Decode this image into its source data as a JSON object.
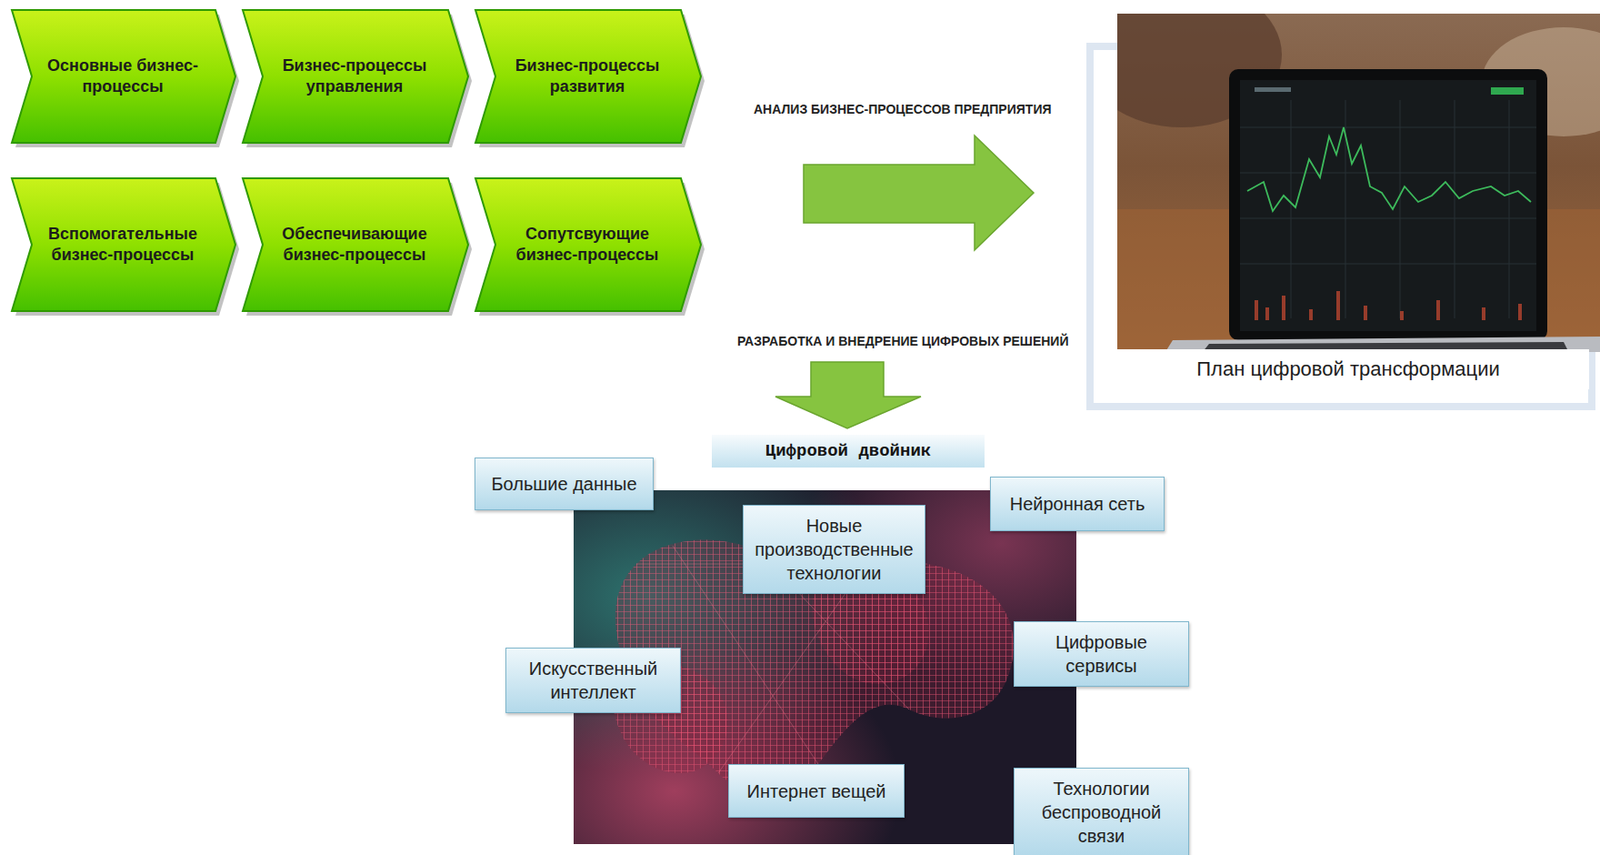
{
  "diagram": {
    "nodes": [
      {
        "text": [
          "Основные бизнес-процессы"
        ]
      },
      {
        "text": [
          "Бизнес-процессы управления"
        ]
      },
      {
        "text": [
          "Бизнес-процессы развития"
        ]
      },
      {
        "text": [
          "Вспомогательные бизнес-процессы"
        ]
      },
      {
        "text": [
          "Обеспечивающие бизнес-процессы"
        ]
      },
      {
        "text": [
          "Сопутсвующие бизнес-процессы"
        ]
      },
      {
        "text": [
          "План цифровой трансформации"
        ]
      },
      {
        "text": [
          "Цифровой двойник"
        ]
      },
      {
        "text": [
          "Большие данные"
        ]
      },
      {
        "text": [
          "Нейронная сеть"
        ]
      },
      {
        "text": [
          "Новые производственные технологии"
        ]
      },
      {
        "text": [
          "Цифровые сервисы"
        ]
      },
      {
        "text": [
          "Искусственный интеллект"
        ]
      },
      {
        "text": [
          "Интернет вещей"
        ]
      },
      {
        "text": [
          "Технологии беспроводной связи"
        ]
      }
    ],
    "labels": [
      "АНАЛИЗ БИЗНЕС-ПРОЦЕССОВ ПРЕДПРИЯТИЯ",
      "РАЗРАБОТКА И ВНЕДРЕНИЕ ЦИФРОВЫХ РЕШЕНИЙ"
    ]
  }
}
